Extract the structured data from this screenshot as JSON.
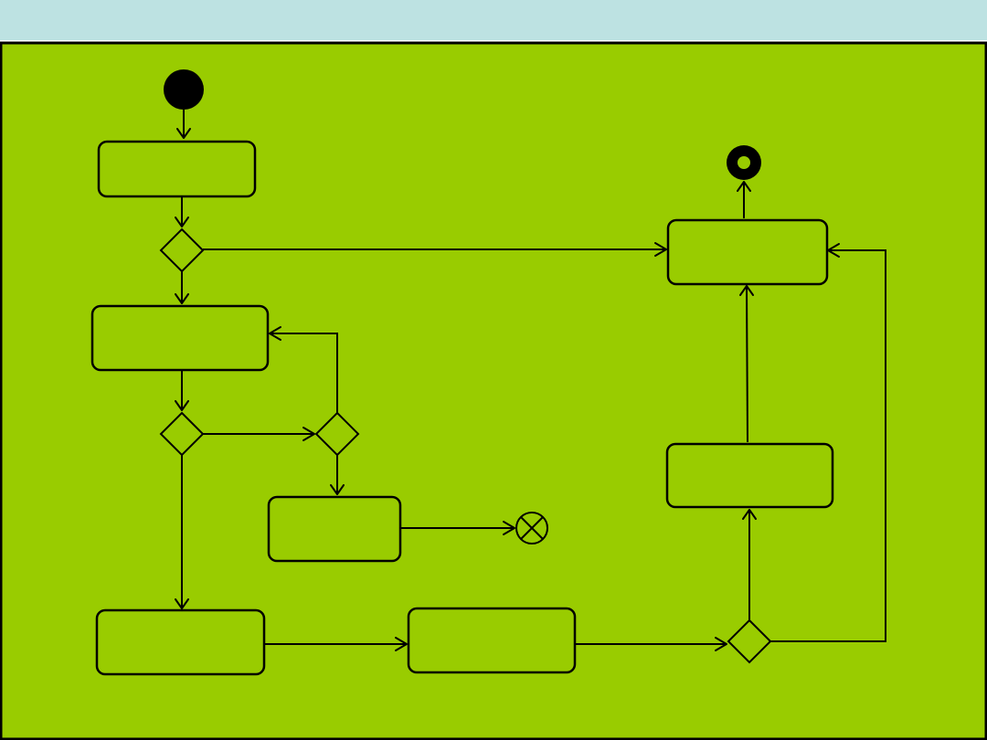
{
  "diagram": {
    "type": "uml-activity",
    "colors": {
      "header_band": "#bde2e2",
      "background": "#99cc00",
      "border": "#000000",
      "stroke": "#000000"
    },
    "nodes": [
      {
        "id": "start",
        "kind": "initial-node"
      },
      {
        "id": "action-1",
        "kind": "action",
        "label": ""
      },
      {
        "id": "decision-1",
        "kind": "decision"
      },
      {
        "id": "action-2",
        "kind": "action",
        "label": ""
      },
      {
        "id": "decision-2",
        "kind": "decision"
      },
      {
        "id": "decision-3",
        "kind": "decision"
      },
      {
        "id": "action-3",
        "kind": "action",
        "label": ""
      },
      {
        "id": "flow-final",
        "kind": "flow-final-node"
      },
      {
        "id": "action-4",
        "kind": "action",
        "label": ""
      },
      {
        "id": "action-5",
        "kind": "action",
        "label": ""
      },
      {
        "id": "decision-4",
        "kind": "decision"
      },
      {
        "id": "action-6",
        "kind": "action",
        "label": ""
      },
      {
        "id": "action-7",
        "kind": "action",
        "label": ""
      },
      {
        "id": "end",
        "kind": "activity-final-node"
      }
    ],
    "edges": [
      {
        "from": "start",
        "to": "action-1"
      },
      {
        "from": "action-1",
        "to": "decision-1"
      },
      {
        "from": "decision-1",
        "to": "action-7"
      },
      {
        "from": "decision-1",
        "to": "action-2"
      },
      {
        "from": "action-2",
        "to": "decision-2"
      },
      {
        "from": "decision-2",
        "to": "decision-3"
      },
      {
        "from": "decision-3",
        "to": "action-2"
      },
      {
        "from": "decision-3",
        "to": "action-3"
      },
      {
        "from": "action-3",
        "to": "flow-final"
      },
      {
        "from": "decision-2",
        "to": "action-4"
      },
      {
        "from": "action-4",
        "to": "action-5"
      },
      {
        "from": "action-5",
        "to": "decision-4"
      },
      {
        "from": "decision-4",
        "to": "action-6"
      },
      {
        "from": "decision-4",
        "to": "action-7"
      },
      {
        "from": "action-6",
        "to": "action-7"
      },
      {
        "from": "action-7",
        "to": "end"
      }
    ]
  }
}
